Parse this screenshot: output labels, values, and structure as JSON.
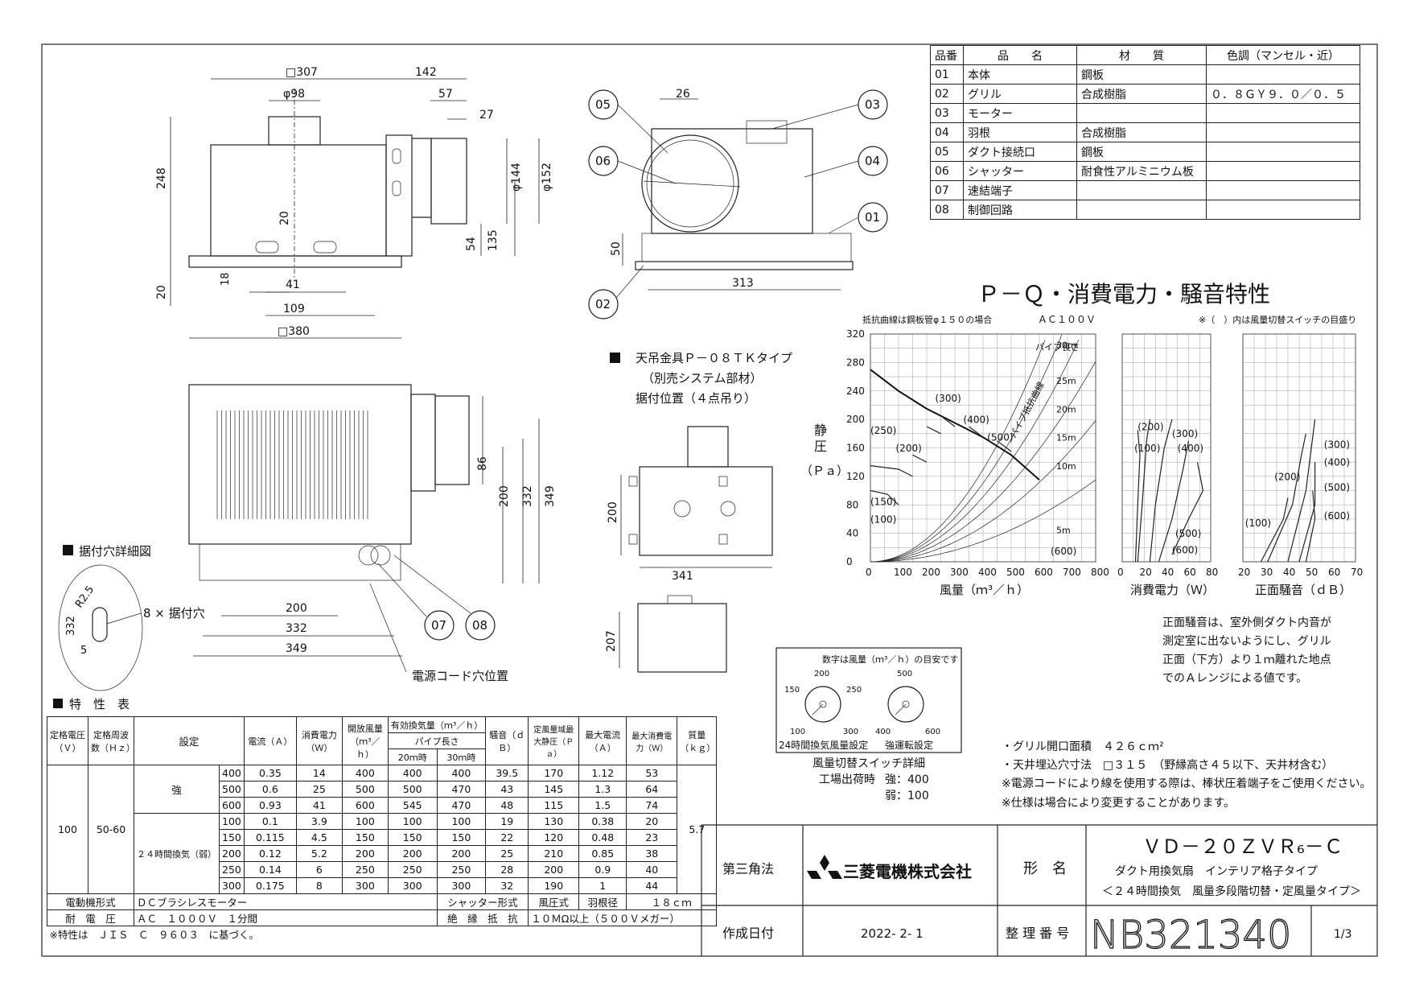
{
  "parts_table": {
    "headers": [
      "品番",
      "品　　名",
      "材　　質",
      "色調（マンセル・近）"
    ],
    "rows": [
      [
        "01",
        "本体",
        "鋼板",
        ""
      ],
      [
        "02",
        "グリル",
        "合成樹脂",
        "０．８ＧＹ９．０／０．５"
      ],
      [
        "03",
        "モーター",
        "",
        ""
      ],
      [
        "04",
        "羽根",
        "合成樹脂",
        ""
      ],
      [
        "05",
        "ダクト接続口",
        "鋼板",
        ""
      ],
      [
        "06",
        "シャッター",
        "耐食性アルミニウム板",
        ""
      ],
      [
        "07",
        "速結端子",
        "",
        ""
      ],
      [
        "08",
        "制御回路",
        "",
        ""
      ]
    ]
  },
  "front_view": {
    "dims": [
      "□307",
      "142",
      "φ98",
      "57",
      "27",
      "248",
      "φ144",
      "φ152",
      "20",
      "54",
      "135",
      "18",
      "41",
      "109",
      "20",
      "□380"
    ]
  },
  "side_view": {
    "dims": [
      "26",
      "50",
      "313"
    ],
    "callouts": [
      "05",
      "06",
      "03",
      "04",
      "01",
      "02"
    ]
  },
  "bottom_view": {
    "dims": [
      "86",
      "200",
      "332",
      "349",
      "200",
      "332",
      "349"
    ],
    "callouts": [
      "07",
      "08"
    ],
    "cord_label": "電源コード穴位置"
  },
  "detail": {
    "title": "据付穴詳細図",
    "dims": [
      "332",
      "R2.5",
      "5"
    ],
    "hole_label": "8 × 据付穴"
  },
  "hanger": {
    "title": "天吊金具Ｐ－０８ＴＫタイプ",
    "line2": "（別売システム部材）",
    "line3": "据付位置（４点吊り）",
    "dims": [
      "200",
      "341",
      "207"
    ]
  },
  "chart_heading": "Ｐ－Ｑ・消費電力・騒音特性",
  "chart_note_left": "抵抗曲線は鋼板管φ１５０の場合",
  "chart_note_mid": "ＡＣ１００Ｖ",
  "chart_note_right": "※（　）内は風量切替スイッチの目盛り",
  "chart_data": [
    {
      "type": "line",
      "title": "",
      "xlabel": "風量（ｍ³／ｈ）",
      "ylabel_chars": [
        "静",
        "圧"
      ],
      "ylabel_unit": "（Ｐａ）",
      "xlim": [
        0,
        800
      ],
      "ylim": [
        0,
        320
      ],
      "xticks": [
        "0",
        "100",
        "200",
        "300",
        "400",
        "500",
        "600",
        "700",
        "800"
      ],
      "yticks": [
        "0",
        "40",
        "80",
        "120",
        "160",
        "200",
        "240",
        "280",
        "320"
      ],
      "pipe_length_label": "パイプ長さ",
      "pipe_curve_label": "パイプ抵抗曲線",
      "pipe_lengths": [
        "30m",
        "25m",
        "20m",
        "15m",
        "10m",
        "5m"
      ],
      "series": [
        {
          "name": "",
          "x": [
            0,
            100,
            200,
            300,
            400,
            500,
            600
          ],
          "y": [
            270,
            240,
            215,
            195,
            175,
            150,
            115
          ]
        },
        {
          "name": "(150)",
          "x": [
            0,
            100,
            150
          ],
          "y": [
            135,
            130,
            120
          ]
        },
        {
          "name": "(100)",
          "x": [
            0,
            60,
            100
          ],
          "y": [
            100,
            95,
            80
          ]
        },
        {
          "name": "(200)",
          "x": [
            150,
            200
          ],
          "y": [
            150,
            140
          ]
        },
        {
          "name": "(250)",
          "x": [
            200,
            250
          ],
          "y": [
            190,
            180
          ]
        },
        {
          "name": "(300)",
          "x": [
            250,
            300
          ],
          "y": [
            205,
            190
          ]
        },
        {
          "name": "(400)",
          "x": [
            350,
            400
          ],
          "y": [
            190,
            175
          ]
        },
        {
          "name": "(500)",
          "x": [
            450,
            500
          ],
          "y": [
            170,
            155
          ]
        },
        {
          "name": "(600)",
          "x": [
            600
          ],
          "y": [
            20
          ]
        }
      ],
      "resistance": [
        {
          "name": "30m",
          "k": 0.00081
        },
        {
          "name": "25m",
          "k": 0.00069
        },
        {
          "name": "20m",
          "k": 0.00057
        },
        {
          "name": "15m",
          "k": 0.00044
        },
        {
          "name": "10m",
          "k": 0.00031
        },
        {
          "name": "5m",
          "k": 0.00018
        }
      ],
      "labels": [
        "(300)",
        "(250)",
        "(200)",
        "(150)",
        "(100)",
        "(400)",
        "(500)",
        "(600)"
      ]
    },
    {
      "type": "line",
      "title": "",
      "xlabel": "消費電力（Ｗ）",
      "xlim": [
        0,
        80
      ],
      "ylim": [
        0,
        320
      ],
      "xticks": [
        "0",
        "20",
        "40",
        "60",
        "80"
      ],
      "labels": [
        "(200)",
        "(100)",
        "(300)",
        "(400)",
        "(500)",
        "(600)"
      ],
      "series": [
        {
          "name": "(100)",
          "x": [
            12,
            14,
            16,
            14
          ],
          "y": [
            0,
            80,
            150,
            185
          ]
        },
        {
          "name": "(200)",
          "x": [
            14,
            18,
            22,
            25
          ],
          "y": [
            0,
            80,
            170,
            200
          ]
        },
        {
          "name": "(300)",
          "x": [
            25,
            30,
            38,
            45
          ],
          "y": [
            0,
            80,
            160,
            200
          ]
        },
        {
          "name": "(400)",
          "x": [
            33,
            45,
            55,
            60
          ],
          "y": [
            0,
            60,
            130,
            170
          ]
        },
        {
          "name": "(600)",
          "x": [
            45,
            60,
            73,
            68
          ],
          "y": [
            10,
            60,
            100,
            140
          ]
        }
      ]
    },
    {
      "type": "line",
      "title": "",
      "xlabel": "正面騒音（ｄＢ）",
      "xlim": [
        20,
        70
      ],
      "ylim": [
        0,
        320
      ],
      "xticks": [
        "20",
        "30",
        "40",
        "50",
        "60",
        "70"
      ],
      "labels": [
        "(300)",
        "(400)",
        "(200)",
        "(500)",
        "(600)",
        "(100)"
      ],
      "series": [
        {
          "name": "(100)",
          "x": [
            28,
            38,
            40
          ],
          "y": [
            0,
            60,
            90
          ]
        },
        {
          "name": "(200)",
          "x": [
            31,
            42,
            46,
            48
          ],
          "y": [
            0,
            80,
            150,
            180
          ]
        },
        {
          "name": "(300)",
          "x": [
            40,
            48,
            52
          ],
          "y": [
            0,
            100,
            200
          ]
        },
        {
          "name": "(500)",
          "x": [
            45,
            52,
            52
          ],
          "y": [
            0,
            80,
            140
          ]
        },
        {
          "name": "(600)",
          "x": [
            48,
            52,
            51
          ],
          "y": [
            0,
            60,
            100
          ]
        }
      ]
    }
  ],
  "noise_note": [
    "正面騒音は、室外側ダクト内音が",
    "測定室に出ないようにし、グリル",
    "正面（下方）より１ｍ離れた地点",
    "でのＡレンジによる値です。"
  ],
  "switch_box": {
    "caption": "数字は風量（ｍ³／ｈ）の目安です",
    "dial1_marks": [
      "150",
      "200",
      "250",
      "100",
      "300"
    ],
    "dial2_marks": [
      "500",
      "400",
      "600"
    ],
    "dial1_label": "24時間換気風量設定",
    "dial2_label": "強運転設定",
    "detail_title": "風量切替スイッチ詳細",
    "factory": "工場出荷時",
    "strong": "強：400",
    "weak": "弱：100"
  },
  "notes": [
    "・グリル開口面積　４２６ｃｍ²",
    "・天井埋込穴寸法　□３１５　（野縁高さ４５以下、天井材含む）",
    "※電源コードにより線を使用する際は、棒状圧着端子をご使用ください。",
    "※仕様は場合により変更することがあります。"
  ],
  "spec": {
    "title": "特　性　表",
    "h_voltage": "定格電圧（Ｖ）",
    "h_freq": "定格周波数（Ｈｚ）",
    "h_setting": "設定",
    "h_current": "電流（Ａ）",
    "h_power": "消費電力（Ｗ）",
    "h_flow": "開放風量（ｍ³／ｈ）",
    "h_eff": "有効換気量（ｍ³／ｈ）",
    "h_pipe": "パイプ長さ",
    "h_20m": "20ｍ時",
    "h_30m": "30ｍ時",
    "h_noise": "騒音（ｄＢ）",
    "h_static": "定風量域最大静圧（Ｐａ）",
    "h_maxcur": "最大電流（Ａ）",
    "h_maxpow": "最大消費電力（Ｗ）",
    "h_mass": "質量（ｋｇ）",
    "voltage": "100",
    "freq": "50-60",
    "mass": "5.7",
    "grp_strong": "強",
    "grp_24h": "２４時間換気（弱）",
    "rows": [
      [
        "400",
        "0.35",
        "14",
        "400",
        "400",
        "400",
        "39.5",
        "170",
        "1.12",
        "53"
      ],
      [
        "500",
        "0.6",
        "25",
        "500",
        "500",
        "470",
        "43",
        "145",
        "1.3",
        "64"
      ],
      [
        "600",
        "0.93",
        "41",
        "600",
        "545",
        "470",
        "48",
        "115",
        "1.5",
        "74"
      ],
      [
        "100",
        "0.1",
        "3.9",
        "100",
        "100",
        "100",
        "19",
        "130",
        "0.38",
        "20"
      ],
      [
        "150",
        "0.115",
        "4.5",
        "150",
        "150",
        "150",
        "22",
        "120",
        "0.48",
        "23"
      ],
      [
        "200",
        "0.12",
        "5.2",
        "200",
        "200",
        "200",
        "25",
        "210",
        "0.85",
        "38"
      ],
      [
        "250",
        "0.14",
        "6",
        "250",
        "250",
        "250",
        "28",
        "200",
        "0.9",
        "40"
      ],
      [
        "300",
        "0.175",
        "8",
        "300",
        "300",
        "300",
        "32",
        "190",
        "1",
        "44"
      ]
    ],
    "motor_label": "電動機形式",
    "motor_value": "ＤＣブラシレスモーター",
    "shutter_label": "シャッター形式",
    "shutter_value": "風圧式",
    "blade_label": "羽根径",
    "blade_value": "１８ｃｍ",
    "withstand_label": "耐　電　圧",
    "withstand_value": "ＡＣ　１０００Ｖ　１分間",
    "insul_label": "絶　縁　抵　抗",
    "insul_value": "１０ＭΩ以上（５００Ｖメガー）",
    "footnote": "※特性は　ＪＩＳ　Ｃ　９６０３　に基づく。"
  },
  "title_block": {
    "projection": "第三角法",
    "company": "三菱電機株式会社",
    "model_label": "形　名",
    "model": "ＶＤ－２０ＺＶＲ₆－Ｃ",
    "desc1": "ダクト用換気扇　インテリア格子タイプ",
    "desc2": "＜２４時間換気　風量多段階切替・定風量タイプ＞",
    "date_label": "作成日付",
    "date": "2022- 2- 1",
    "number_label": "整 理 番 号",
    "number": "NB321340",
    "page": "1/3"
  },
  "colors": {
    "line": "#222222",
    "background": "#ffffff"
  }
}
